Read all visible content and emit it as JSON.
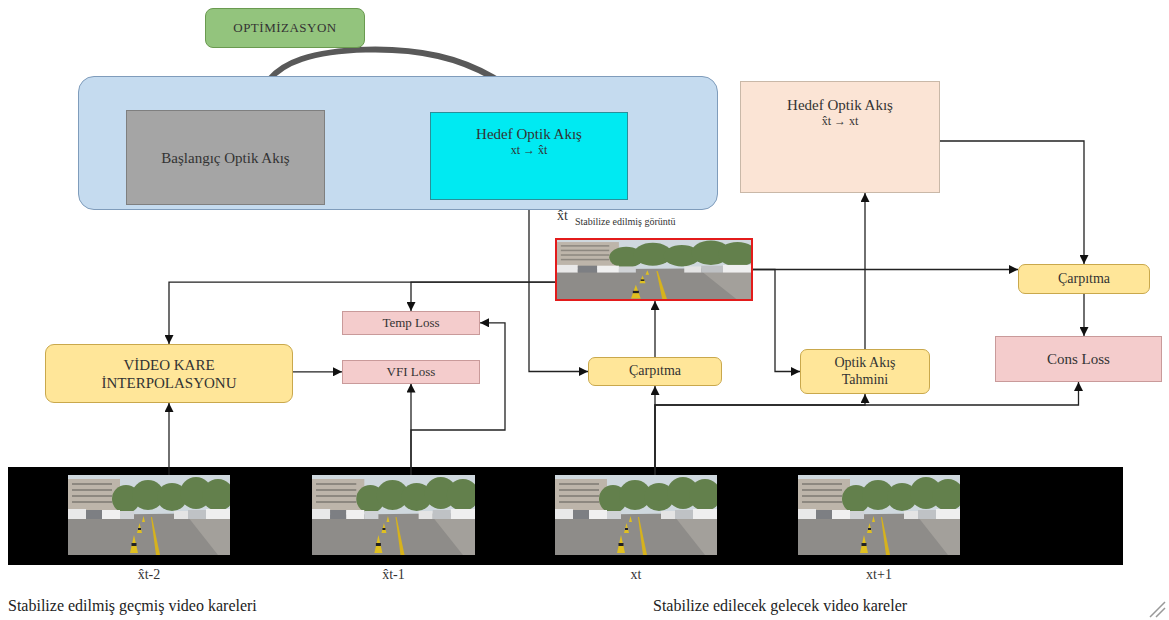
{
  "diagram": {
    "nodes": [
      {
        "text": [
          "OPTİMİZASYON"
        ]
      },
      {
        "text": []
      },
      {
        "text": [
          "Başlangıç Optik Akış"
        ],
        "in": 1
      },
      {
        "text": [
          "Hedef Optik Akış",
          "xt → x̂t"
        ],
        "in": 1
      },
      {
        "text": [
          "Hedef Optik Akış",
          "x̂t → xt"
        ]
      },
      {
        "text": [
          "x̂t",
          "Stabilize edilmiş görüntü"
        ]
      },
      {
        "text": [
          "Temp Loss"
        ]
      },
      {
        "text": [
          "VİDEO KARE İNTERPOLASYONU"
        ]
      },
      {
        "text": [
          "VFI Loss"
        ]
      },
      {
        "text": [
          "Çarpıtma"
        ]
      },
      {
        "text": [
          "Optik Akış Tahmini"
        ]
      },
      {
        "text": [
          "Çarpıtma"
        ]
      },
      {
        "text": [
          "Cons Loss"
        ]
      },
      {
        "text": [
          "x̂t-2"
        ]
      },
      {
        "text": [
          "x̂t-1"
        ]
      },
      {
        "text": [
          "xt"
        ]
      },
      {
        "text": [
          "xt+1"
        ]
      }
    ],
    "edges": [
      {
        "from": 2,
        "to": 3,
        "arrow": "to"
      },
      {
        "from": 3,
        "to": 9,
        "arrow": "to"
      },
      {
        "from": 5,
        "to": 6,
        "arrow": "to"
      },
      {
        "from": 5,
        "to": 7,
        "arrow": "to"
      },
      {
        "from": 7,
        "to": 8,
        "arrow": "to"
      },
      {
        "from": 13,
        "to": 7,
        "arrow": "to"
      },
      {
        "from": 14,
        "to": 8,
        "arrow": "to"
      },
      {
        "from": 14,
        "to": 6,
        "arrow": "to"
      },
      {
        "from": 15,
        "to": 9,
        "arrow": "to"
      },
      {
        "from": 9,
        "to": 5,
        "arrow": "to"
      },
      {
        "from": 5,
        "to": 10,
        "arrow": "to"
      },
      {
        "from": 5,
        "to": 11,
        "arrow": "to"
      },
      {
        "from": 15,
        "to": 10,
        "arrow": "to"
      },
      {
        "from": 15,
        "to": 12,
        "arrow": "to"
      },
      {
        "from": 10,
        "to": 4,
        "arrow": "to"
      },
      {
        "from": 4,
        "to": 11,
        "arrow": "to"
      },
      {
        "from": 11,
        "to": 12,
        "arrow": "to"
      }
    ],
    "labels": [
      "Stabilize edilmiş geçmiş video kareleri",
      "Stabilize edilecek gelecek video kareler"
    ]
  }
}
